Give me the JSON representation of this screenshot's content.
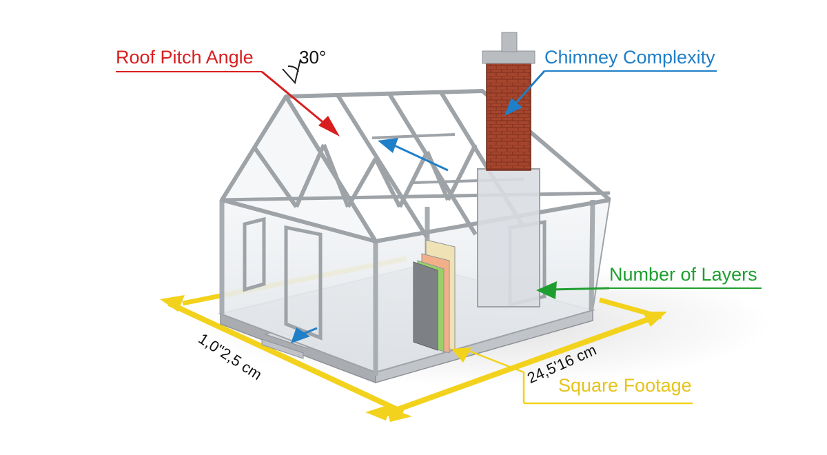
{
  "labels": {
    "roof_pitch": "Roof Pitch Angle",
    "angle_value": "30°",
    "chimney": "Chimney Complexity",
    "layers": "Number of Layers",
    "square_footage": "Square Footage",
    "dimension_left": "1,0\"2,5 cm",
    "dimension_right": "24,5'16 cm"
  },
  "colors": {
    "red": "#d81e1e",
    "blue": "#1f7fc8",
    "green": "#1e9e2e",
    "yellow": "#f2d21c",
    "brick": "#a5452d",
    "glass_stroke": "#9ea3a8",
    "glass_fill": "#eef1f4"
  },
  "icons": {
    "roof_arrow": "red-arrow-icon",
    "chimney_arrow": "blue-arrow-icon",
    "layers_arrow": "green-arrow-icon",
    "footage_arrow": "yellow-arrow-icon",
    "angle_marker": "angle-arc-icon"
  }
}
